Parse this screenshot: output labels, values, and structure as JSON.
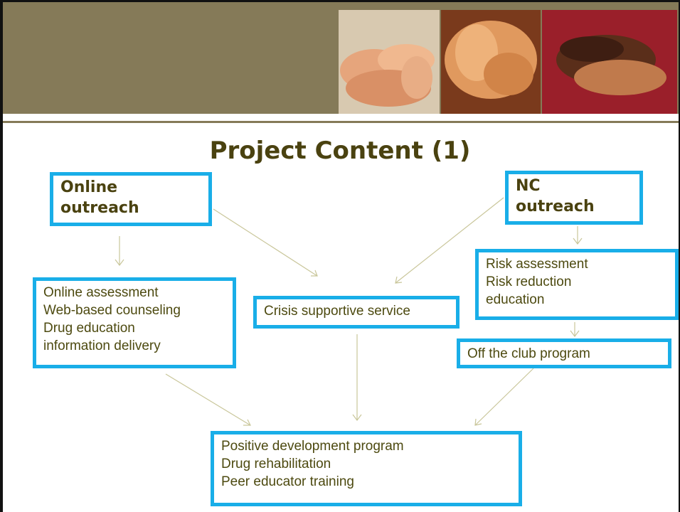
{
  "slide": {
    "title": "Project Content (1)"
  },
  "colors": {
    "header_band": "#857a58",
    "box_border": "#19aee8",
    "title_text": "#4a4210",
    "arrow": "#c9c69a"
  },
  "diagram": {
    "online_outreach": {
      "line1": "Online",
      "line2": "outreach"
    },
    "nc_outreach": {
      "line1": "NC",
      "line2": "outreach"
    },
    "online_services": {
      "line1": "Online assessment",
      "line2": "Web-based counseling",
      "line3": "Drug education",
      "line4": "information delivery"
    },
    "crisis_service": {
      "line1": "Crisis supportive service"
    },
    "risk_services": {
      "line1": "Risk assessment",
      "line2": "Risk reduction",
      "line3": "education"
    },
    "off_club": {
      "line1": "Off the club program"
    },
    "outcomes": {
      "line1": "Positive development program",
      "line2": "Drug rehabilitation",
      "line3": "Peer educator training"
    }
  }
}
